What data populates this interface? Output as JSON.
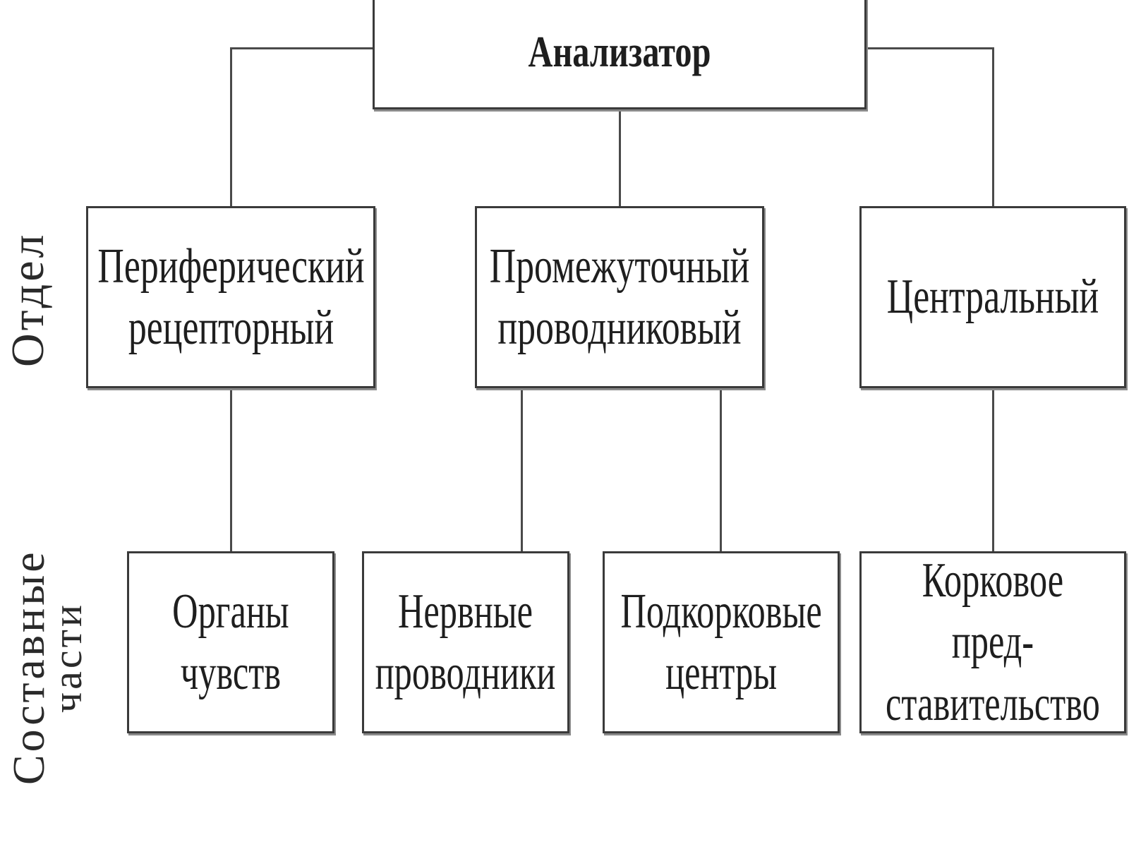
{
  "diagram": {
    "root": {
      "label": "Анализатор"
    },
    "side_labels": {
      "departments": "Отдел",
      "components_line1": "Составные",
      "components_line2": "части"
    },
    "departments": [
      {
        "label": "Периферический\nрецепторный",
        "components": [
          {
            "label": "Органы\nчувств"
          }
        ]
      },
      {
        "label": "Промежуточный\nпроводниковый",
        "components": [
          {
            "label": "Нервные\nпроводники"
          },
          {
            "label": "Подкорковые\nцентры"
          }
        ]
      },
      {
        "label": "Центральный",
        "components": [
          {
            "label": "Корковое пред-\nставительство"
          }
        ]
      }
    ]
  }
}
